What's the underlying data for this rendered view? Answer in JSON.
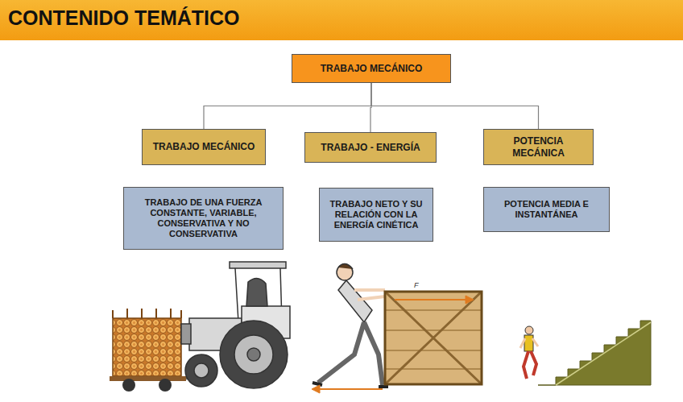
{
  "diagram": {
    "title": "CONTENIDO TEMÁTICO",
    "nodes": [
      {
        "text": [
          "TRABAJO MECÁNICO"
        ]
      },
      {
        "text": [
          "TRABAJO MECÁNICO"
        ]
      },
      {
        "text": [
          "TRABAJO - ENERGÍA"
        ]
      },
      {
        "text": [
          "POTENCIA MECÁNICA"
        ]
      },
      {
        "text": [
          "TRABAJO DE UNA FUERZA CONSTANTE, VARIABLE, CONSERVATIVA Y NO CONSERVATIVA"
        ]
      },
      {
        "text": [
          "TRABAJO NETO Y SU RELACIÓN CON LA ENERGÍA CINÉTICA"
        ]
      },
      {
        "text": [
          "POTENCIA MEDIA E INSTANTÁNEA"
        ]
      }
    ],
    "edges": [
      {
        "from": 0,
        "to": 1,
        "arrow": "none"
      },
      {
        "from": 0,
        "to": 2,
        "arrow": "none"
      },
      {
        "from": 0,
        "to": 3,
        "arrow": "none"
      }
    ],
    "labels": [
      "F"
    ]
  }
}
